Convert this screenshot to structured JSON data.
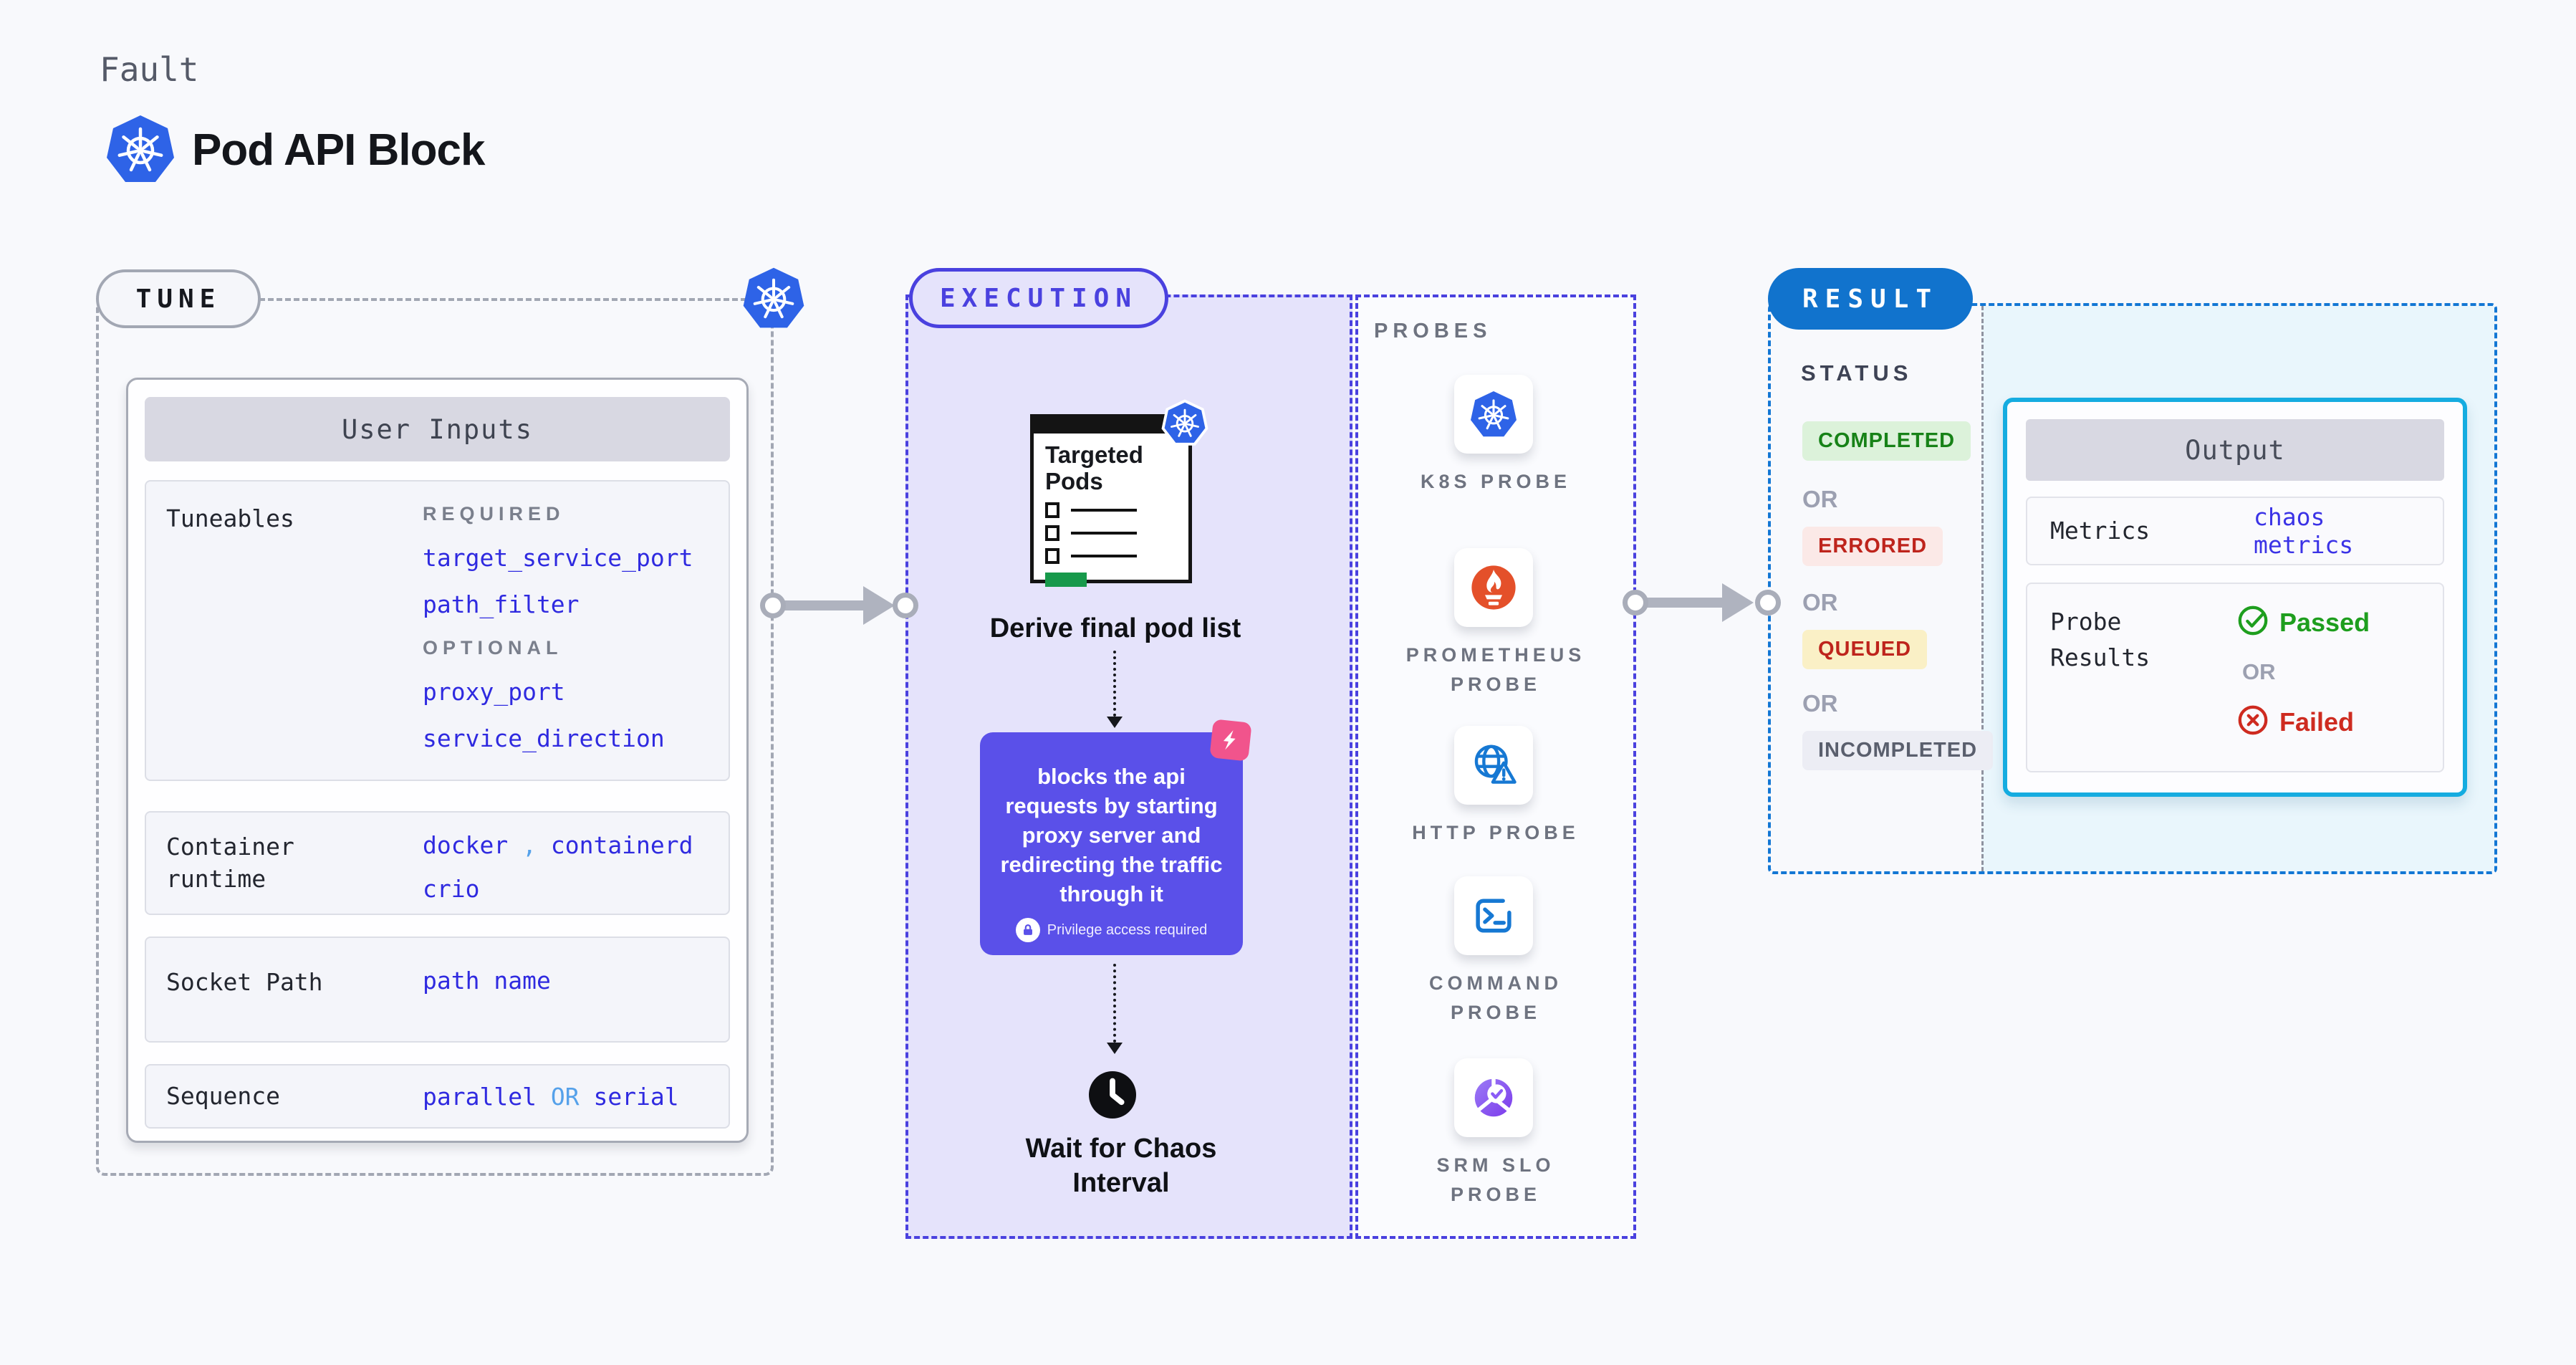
{
  "header": {
    "kicker": "Fault",
    "title": "Pod API Block"
  },
  "tune": {
    "pill": "TUNE",
    "card_title": "User Inputs",
    "tuneables": {
      "label": "Tuneables",
      "required_label": "REQUIRED",
      "required": [
        "target_service_port",
        "path_filter"
      ],
      "optional_label": "OPTIONAL",
      "optional": [
        "proxy_port",
        "service_direction"
      ]
    },
    "container_runtime": {
      "label": "Container runtime",
      "value_a": "docker",
      "separator": ",",
      "value_b": "containerd",
      "value_c": "crio"
    },
    "socket_path": {
      "label": "Socket Path",
      "value": "path name"
    },
    "sequence": {
      "label": "Sequence",
      "value_a": "parallel",
      "or": "OR",
      "value_b": "serial"
    }
  },
  "execution": {
    "pill": "EXECUTION",
    "targeted_pods_title": "Targeted Pods",
    "derive_label": "Derive final pod list",
    "action_text": "blocks the api requests by starting proxy server and redirecting the traffic through it",
    "privilege_note": "Privilege access required",
    "wait_label": "Wait for Chaos\nInterval"
  },
  "probes": {
    "title": "PROBES",
    "items": [
      {
        "icon": "kubernetes-icon",
        "label": "K8S PROBE"
      },
      {
        "icon": "prometheus-icon",
        "label": "PROMETHEUS\nPROBE"
      },
      {
        "icon": "http-icon",
        "label": "HTTP PROBE"
      },
      {
        "icon": "command-icon",
        "label": "COMMAND\nPROBE"
      },
      {
        "icon": "srm-slo-icon",
        "label": "SRM SLO\nPROBE"
      }
    ]
  },
  "result": {
    "pill": "RESULT",
    "status_label": "STATUS",
    "or_label": "OR",
    "statuses": [
      {
        "label": "COMPLETED"
      },
      {
        "label": "ERRORED"
      },
      {
        "label": "QUEUED"
      },
      {
        "label": "INCOMPLETED"
      }
    ],
    "output": {
      "title": "Output",
      "metrics_label": "Metrics",
      "metrics_value": "chaos metrics",
      "probe_results_label": "Probe Results",
      "passed_label": "Passed",
      "failed_label": "Failed"
    }
  },
  "colors": {
    "accent_indigo": "#4A41DF",
    "execution_fill": "#E5E3FB",
    "action_purple": "#5A50E9",
    "pink_badge": "#F1548C",
    "kubernetes_blue": "#2E63E7",
    "result_blue": "#1173CD",
    "output_border_cyan": "#15ACE0",
    "result_panel_cyan": "#E9F6FC",
    "value_blue": "#2F2AE0",
    "link_light_blue": "#55A1EA",
    "success_green": "#1E9E1E",
    "error_red": "#C6271E",
    "completed_bg": "#DCF2DA",
    "errored_bg": "#FBE9E7",
    "queued_bg": "#FAF0C6",
    "incompleted_bg": "#ECEDF4",
    "success_bar_green": "#17994B"
  }
}
